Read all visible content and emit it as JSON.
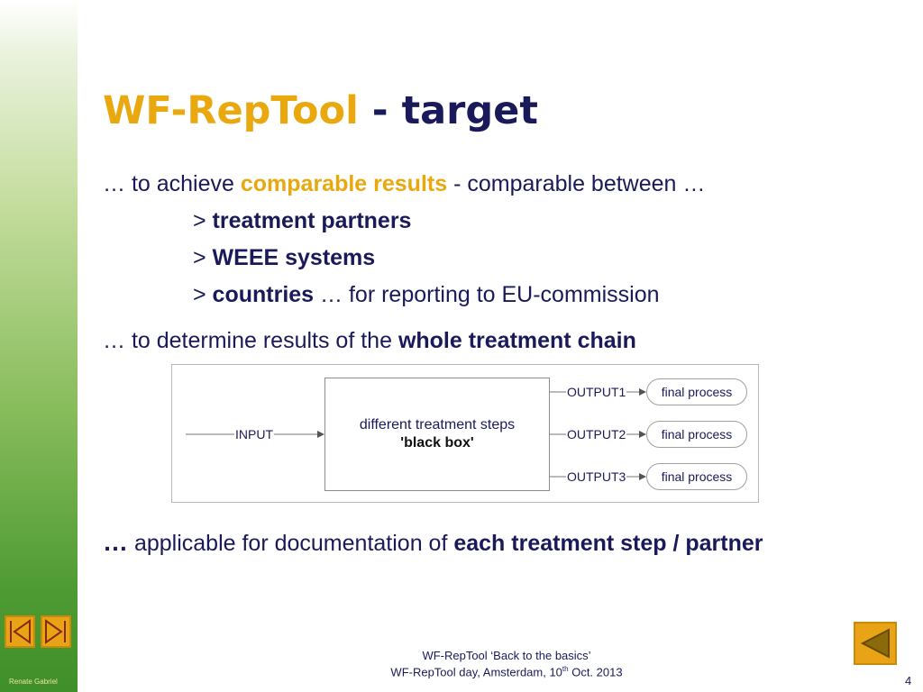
{
  "title": {
    "accent": "WF-RepTool",
    "rest": " - target"
  },
  "lines": {
    "l1": {
      "pre": "… to achieve ",
      "accent": "comparable results",
      "post": " - comparable between …"
    },
    "l2": {
      "pre": "> ",
      "bold": "treatment partners"
    },
    "l3": {
      "pre": "> ",
      "bold": "WEEE systems"
    },
    "l4": {
      "pre": "> ",
      "bold": "countries",
      "post": " … for reporting to EU-commission"
    },
    "l5": {
      "pre": "… to determine results of the ",
      "bold": "whole treatment chain"
    },
    "l6": {
      "ellipsis": "…",
      "pre": " applicable for documentation of ",
      "bold": "each treatment step / partner"
    }
  },
  "diagram": {
    "input": "INPUT",
    "box_line1": "different treatment steps",
    "box_line2": "'black box'",
    "outputs": [
      {
        "label": "OUTPUT1",
        "final": "final process"
      },
      {
        "label": "OUTPUT2",
        "final": "final process"
      },
      {
        "label": "OUTPUT3",
        "final": "final process"
      }
    ]
  },
  "footer": {
    "line1": "WF-RepTool ‘Back to the basics’",
    "line2_pre": "WF-RepTool day, Amsterdam, 10",
    "line2_sup": "th",
    "line2_post": " Oct. 2013"
  },
  "page_number": "4",
  "sidebar_author": "Renate Gabriel",
  "colors": {
    "accent": "#e8a80e",
    "text": "#1a1a5a",
    "nav_button": "#e8a317",
    "sidebar_bottom": "#3f8f2a"
  },
  "icons": {
    "prev": "prev-slide-icon",
    "next": "next-slide-icon",
    "back": "back-icon"
  }
}
